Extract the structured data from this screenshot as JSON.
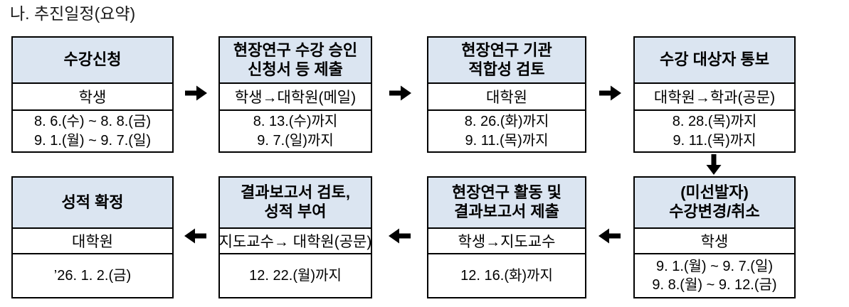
{
  "title": "나. 추진일정(요약)",
  "colors": {
    "header_bg": "#dbe5f1",
    "border": "#000000",
    "text": "#000000"
  },
  "icons": {
    "arrow_right": "→",
    "arrow_left": "←",
    "arrow_down": "↓"
  },
  "flow": {
    "direction_row1": "left-to-right",
    "direction_row2": "right-to-left"
  },
  "boxes": [
    {
      "step": 1,
      "title": "수강신청",
      "actor": "학생",
      "dates": "8. 6.(수) ~ 8. 8.(금)\n9. 1.(월) ~ 9. 7.(일)"
    },
    {
      "step": 2,
      "title": "현장연구 수강 승인\n신청서 등 제출",
      "actor": "학생→대학원(메일)",
      "dates": "8. 13.(수)까지\n9. 7.(일)까지"
    },
    {
      "step": 3,
      "title": "현장연구 기관\n적합성 검토",
      "actor": "대학원",
      "dates": "8. 26.(화)까지\n9. 11.(목)까지"
    },
    {
      "step": 4,
      "title": "수강 대상자 통보",
      "actor": "대학원→학과(공문)",
      "dates": "8. 28.(목)까지\n9. 11.(목)까지"
    },
    {
      "step": 5,
      "title": "(미선발자)\n수강변경/취소",
      "actor": "학생",
      "dates": "9. 1.(월) ~ 9. 7.(일)\n9. 8.(월) ~ 9. 12.(금)"
    },
    {
      "step": 6,
      "title": "현장연구 활동 및\n결과보고서 제출",
      "actor": "학생→지도교수",
      "dates": "12. 16.(화)까지"
    },
    {
      "step": 7,
      "title": "결과보고서 검토,\n성적 부여",
      "actor": "지도교수→ 대학원(공문)",
      "dates": "12. 22.(월)까지"
    },
    {
      "step": 8,
      "title": "성적 확정",
      "actor": "대학원",
      "dates": "’26. 1. 2.(금)"
    }
  ]
}
